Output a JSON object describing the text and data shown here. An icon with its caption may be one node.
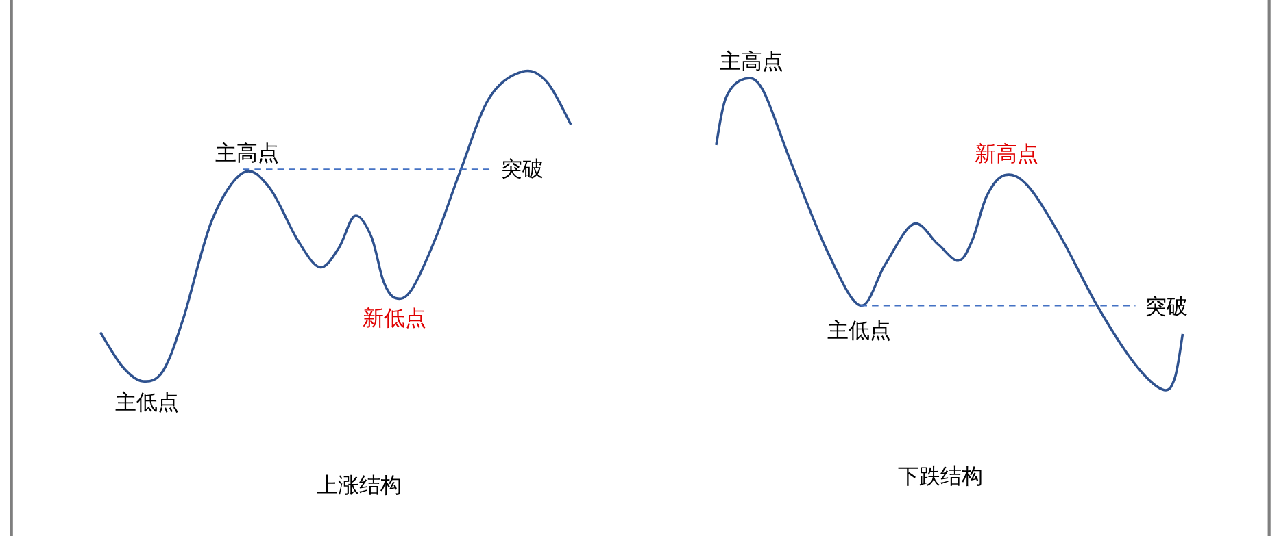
{
  "diagram": {
    "labels": [
      "主高点",
      "突破",
      "新低点",
      "主低点",
      "上涨结构",
      "主高点",
      "新高点",
      "突破",
      "主低点",
      "下跌结构"
    ]
  }
}
